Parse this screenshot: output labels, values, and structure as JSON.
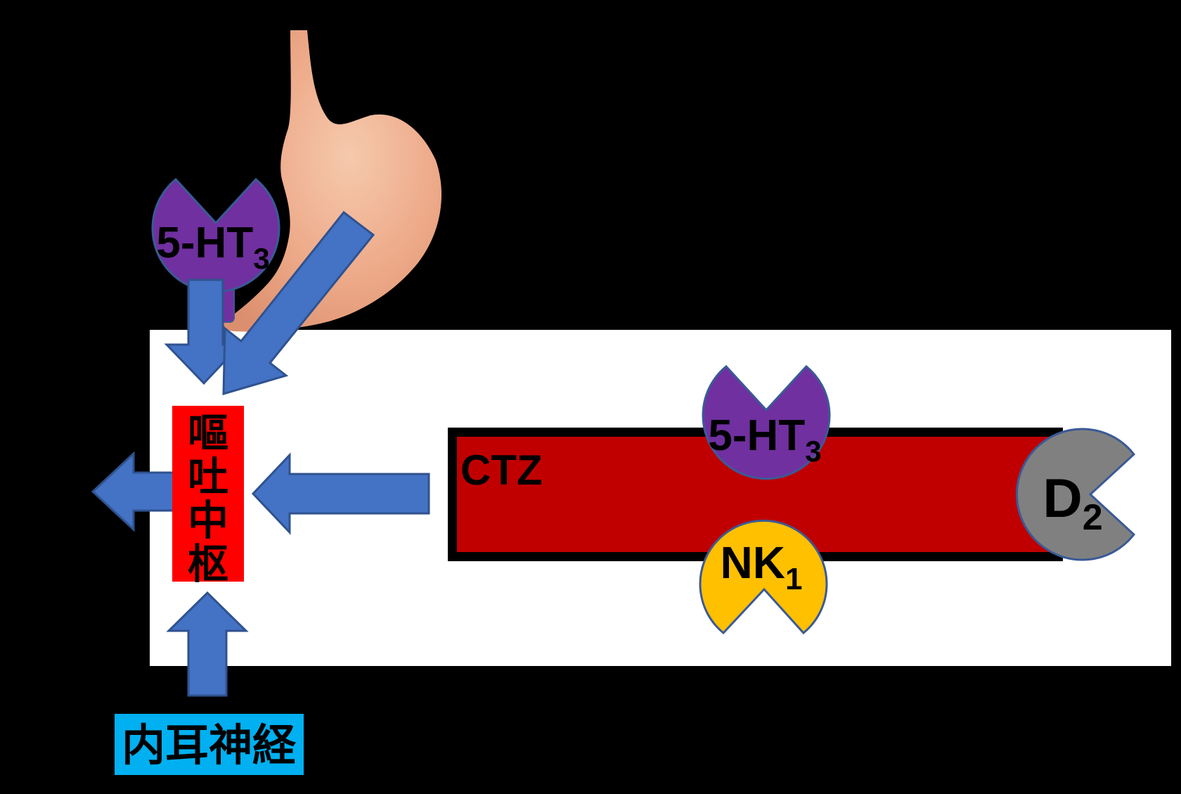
{
  "colors": {
    "background": "#000000",
    "panel": "#FFFFFF",
    "arrow": "#4472C4",
    "arrow_border": "#2F528F",
    "receptor_purple": "#7030A0",
    "receptor_yellow": "#FFC000",
    "receptor_gray": "#808080",
    "receptor_outline": "#3A5A96",
    "vomiting_center_bg": "#FF0000",
    "ctz_bg": "#C00000",
    "ctz_border": "#000000",
    "inner_ear_bg": "#00B0F0",
    "stomach_light": "#F6C9AD",
    "stomach_mid": "#EDAA89",
    "stomach_dark": "#DC8F6E"
  },
  "labels": {
    "receptor_gut_5ht3": {
      "main": "5-HT",
      "sub": "3"
    },
    "receptor_ctz_5ht3": {
      "main": "5-HT",
      "sub": "3"
    },
    "receptor_nk1": {
      "main": "NK",
      "sub": "1"
    },
    "receptor_d2": {
      "main": "D",
      "sub": "2"
    },
    "ctz": "CTZ",
    "vomiting_center": [
      "嘔",
      "吐",
      "中",
      "枢"
    ],
    "inner_ear_nerve": "内耳神経"
  }
}
